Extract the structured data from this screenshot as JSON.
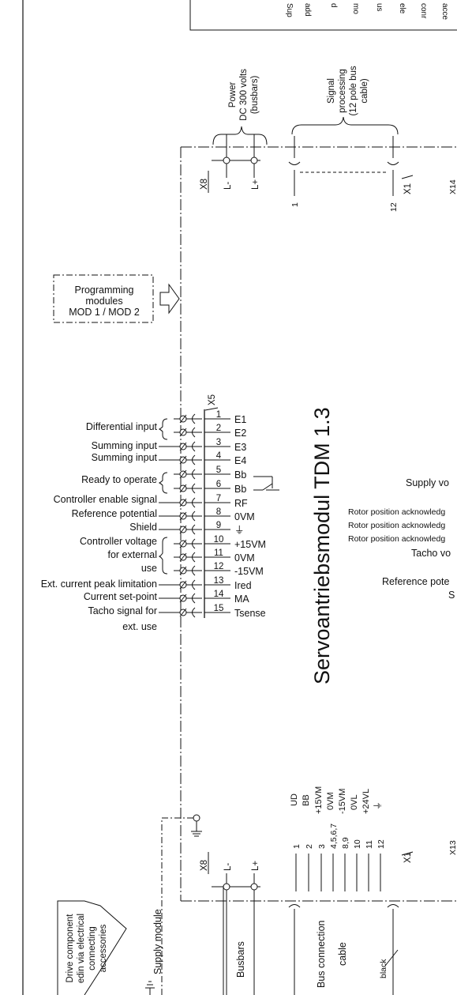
{
  "title": "Servoantriebsmodul TDM 1.3",
  "top_right_words": [
    "Sup",
    "add",
    "d",
    "mo",
    "us",
    "ele",
    "conr",
    "acce"
  ],
  "power_label": [
    "Power",
    "DC 300 volts",
    "(busbars)"
  ],
  "signal_label": [
    "Signal",
    "processing",
    "(12 pole bus",
    "cable)"
  ],
  "programming_box": [
    "Programming",
    "modules",
    "MOD 1 / MOD 2"
  ],
  "connector_top": {
    "x8": "X8",
    "l_minus": "L-",
    "l_plus": "L+",
    "pin_first": "1",
    "pin_last": "12",
    "x1": "X1",
    "x14": "X14"
  },
  "x5_label": "X5",
  "terminal_rows": [
    {
      "desc": "",
      "pin": "1",
      "signal": "E1"
    },
    {
      "desc": "Differential input",
      "pin": "2",
      "signal": "E2"
    },
    {
      "desc": "Summing input",
      "pin": "3",
      "signal": "E3"
    },
    {
      "desc": "Summing input",
      "pin": "4",
      "signal": "E4"
    },
    {
      "desc": "",
      "pin": "5",
      "signal": "Bb"
    },
    {
      "desc": "Ready to operate",
      "pin": "6",
      "signal": "Bb"
    },
    {
      "desc": "Controller enable signal",
      "pin": "7",
      "signal": "RF"
    },
    {
      "desc": "Reference potential",
      "pin": "8",
      "signal": "0VM"
    },
    {
      "desc": "Shield",
      "pin": "9",
      "signal": "⏚"
    },
    {
      "desc": "Controller voltage",
      "pin": "10",
      "signal": "+15VM"
    },
    {
      "desc": "for external",
      "pin": "11",
      "signal": "0VM"
    },
    {
      "desc": "use",
      "pin": "12",
      "signal": "-15VM"
    },
    {
      "desc": "Ext. current peak limitation",
      "pin": "13",
      "signal": "Ired"
    },
    {
      "desc": "Current set-point",
      "pin": "14",
      "signal": "MA"
    },
    {
      "desc": "Tacho signal for",
      "pin": "15",
      "signal": "Tsense"
    }
  ],
  "tacho_second_line": "ext. use",
  "right_labels": [
    "Supply vo",
    "Rotor position acknowledg",
    "Rotor position acknowledg",
    "Rotor position acknowledg",
    "Tacho vo",
    "Reference pote",
    "S"
  ],
  "bus_signals": [
    "UD",
    "BB",
    "+15VM",
    "0VM",
    "-15VM",
    "0VL",
    "+24VL",
    "⏚"
  ],
  "bus_pins": [
    "1",
    "2",
    "3",
    "4,5,6,7",
    "8,9",
    "10",
    "11",
    "12"
  ],
  "connector_bottom": {
    "x8": "X8",
    "l_minus": "L-",
    "l_plus": "L+",
    "x1": "X1",
    "x13": "X13"
  },
  "bottom_labels": {
    "drive_component": [
      "Drive component",
      "edin via electrical",
      "connecting",
      "accessories"
    ],
    "supply_module": "Supply module",
    "busbars": "Busbars",
    "bus_connection": "Bus connection",
    "cable": "cable",
    "black": "black"
  }
}
